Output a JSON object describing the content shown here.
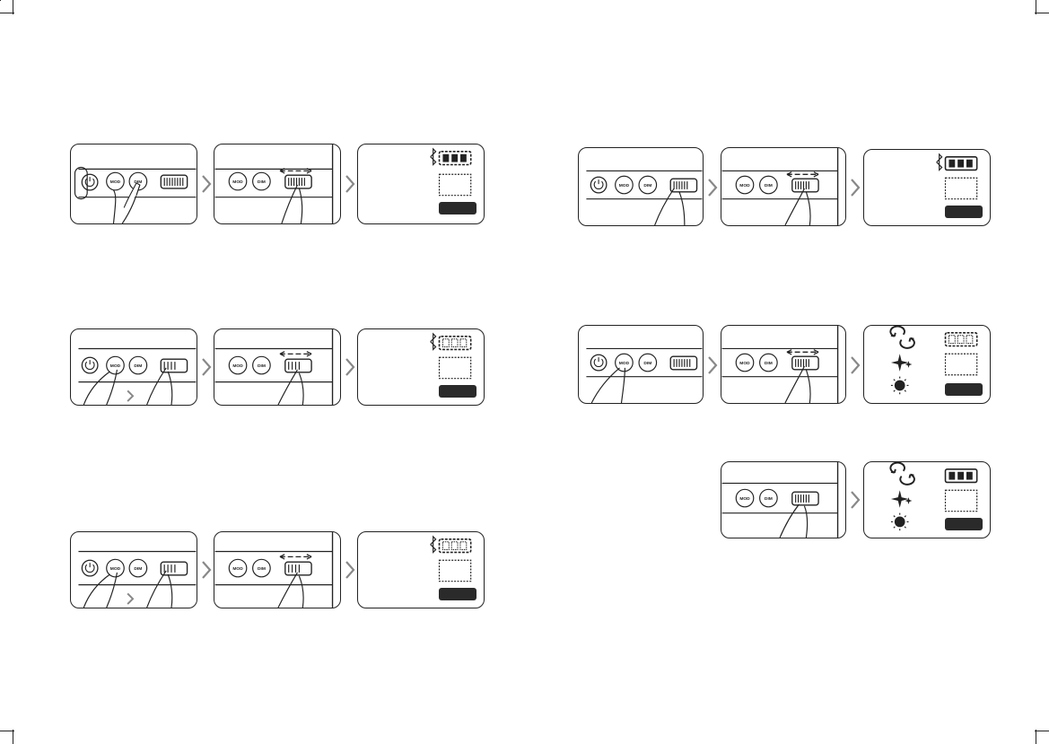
{
  "buttons": {
    "mod": "MOD",
    "dim": "DIM"
  },
  "steps": [
    {
      "id": "a",
      "press": [
        "mod",
        "dim"
      ],
      "slide": true,
      "display": "bluetooth-battery"
    },
    {
      "id": "b",
      "press": [
        "dim"
      ],
      "slide": true,
      "display": "bluetooth-battery"
    },
    {
      "id": "c",
      "press": [
        "mod"
      ],
      "slide": true,
      "display": "bluetooth-battery-dotted"
    },
    {
      "id": "d",
      "press": [
        "mod"
      ],
      "slide": true,
      "display": "modes-battery"
    },
    {
      "id": "e",
      "press": [
        "mod"
      ],
      "slide": true,
      "display": "bluetooth-battery-dotted"
    },
    {
      "id": "f",
      "press": [],
      "slide": true,
      "display": "modes-battery"
    }
  ],
  "icons": {
    "bluetooth": "bluetooth-icon",
    "repeat": "repeat-icon",
    "sparkle": "sparkle-icon",
    "sun": "sun-icon",
    "power": "power-icon",
    "battery": "battery-icon",
    "hand": "hand-pointer-icon",
    "swipe": "swipe-left-right-icon"
  }
}
